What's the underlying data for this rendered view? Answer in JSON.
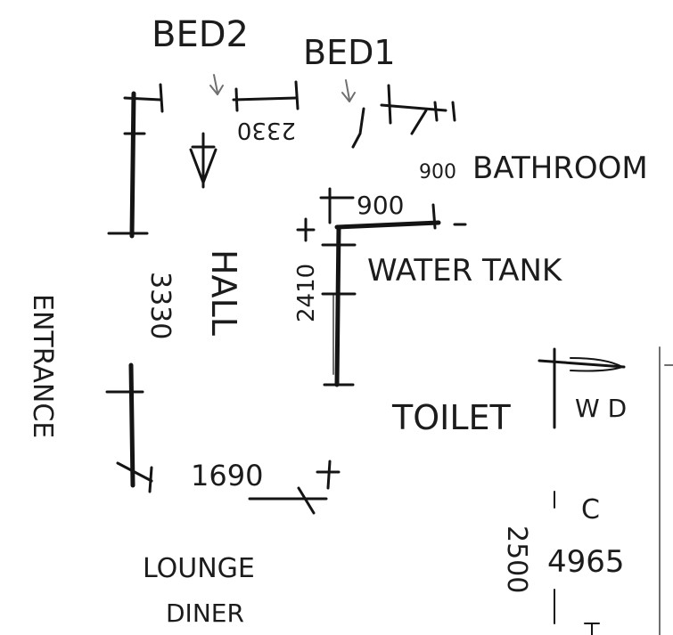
{
  "labels": {
    "bed2": "BED2",
    "bed1": "BED1",
    "entrance": "ENTRANCE",
    "hall": "HALL",
    "bathroom": "BATHROOM",
    "water_tank": "WATER TANK",
    "toilet": "TOILET",
    "lounge": "LOUNGE",
    "diner": "DINER",
    "wd": "W D",
    "c": "C"
  },
  "dimensions": {
    "bed2_width": "2330",
    "bathroom_opening": "900",
    "bathroom_dim": "900",
    "hall_length": "3330",
    "tank_wall": "2410",
    "lounge_opening": "1690",
    "right_wall": "4965",
    "right_small": "2500"
  }
}
